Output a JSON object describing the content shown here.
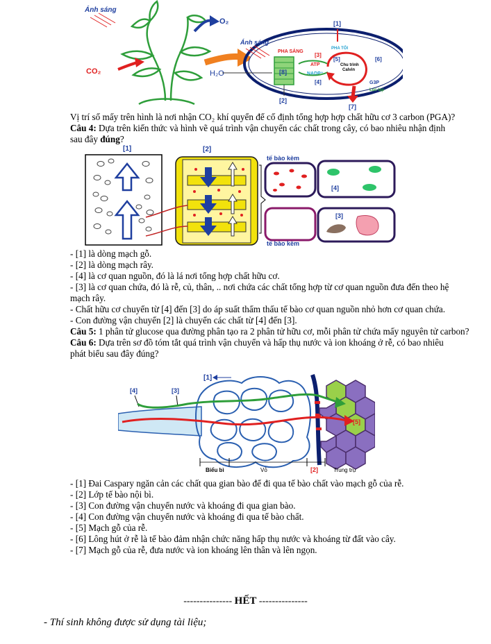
{
  "figure1": {
    "light_left": "Ánh sáng",
    "o2": "O₂",
    "co2": "CO₂",
    "h2o": "H₂O",
    "light_right": "Ánh sáng",
    "pha_sang": "PHA SÁNG",
    "pha_toi": "PHA TỐI",
    "calvin": [
      "Chu trình",
      "Calvin"
    ],
    "atp": "ATP",
    "nadph": "NADP⁺",
    "g3p": "G3P",
    "luc_lap": "Lục lạp",
    "labels": [
      "[1]",
      "[2]",
      "[3]",
      "[4]",
      "[5]",
      "[6]",
      "[7]",
      "[8]"
    ]
  },
  "text_q3_tail": "Vị trí số mấy trên hình là nơi nhận CO₂ khí quyển để cố định tổng hợp hợp chất hữu cơ 3 carbon (PGA)?",
  "q4": {
    "label": "Câu 4:",
    "text_a": " Dựa trên kiến thức và hình vẽ quá trình vận chuyển các chất trong cây, có bao nhiêu nhận định",
    "text_b_pre": "sau đây ",
    "text_b_bold": "đúng",
    "text_b_post": "?",
    "figure": {
      "label1": "[1]",
      "label2": "[2]",
      "label3": "[3]",
      "label4": "[4]",
      "te_bao_kem_top": "tế bào kèm",
      "te_bao_kem_bottom": "tế bào kèm"
    },
    "statements": [
      "- [1] là dòng mạch gỗ.",
      "- [2] là dòng mạch rây.",
      "- [4] là cơ quan nguồn, đó là lá nơi tổng hợp chất hữu cơ.",
      "- [3] là cơ quan chứa, đó là rễ, củ, thân, .. nơi chứa các chất tổng hợp từ cơ quan nguồn đưa đến theo hệ",
      "mạch rây.",
      "- Chất hữu cơ chuyển từ [4] đến [3] do áp suất thẩm thấu tế bào cơ quan nguồn nhỏ hơn cơ quan chứa.",
      "- Con đường vận chuyển [2] là chuyển các chất từ [4] đến [3]."
    ]
  },
  "q5": {
    "label": "Câu 5:",
    "text": " 1 phân tử glucose qua đường phân tạo ra 2 phân tử hữu cơ, mỗi phân tử chứa mấy nguyên tử carbon?"
  },
  "q6": {
    "label": "Câu 6:",
    "text_a": " Dựa trên sơ đồ tóm tắt quá trình vận chuyển và hấp thụ nước và ion khoáng ở rễ, có bao nhiêu",
    "text_b": "phát biểu sau đây đúng?",
    "figure": {
      "label1": "[1]",
      "label2": "[2]",
      "label3": "[3]",
      "label4": "[4]",
      "label5": "[5]",
      "bieu_bi": "Biểu bì",
      "vo": "Vỏ",
      "trung_tru": "Trung trụ"
    },
    "statements": [
      "- [1] Đai Caspary ngăn cản các chất qua gian bào để đi qua tế bào chất vào mạch gỗ của rễ.",
      "- [2]  Lớp tế bào nội bì.",
      "- [3] Con đường vận chuyển nước và khoáng đi qua gian bào.",
      "- [4] Con đường vận chuyển nước và khoáng đi qua tế bào chất.",
      "- [5] Mạch gỗ của rễ.",
      "- [6] Lông hút ở rễ là tế bào đảm nhận chức năng hấp thụ nước và khoáng từ đất vào cây.",
      "- [7] Mạch gỗ của rễ, đưa  nước và ion khoáng lên thân và lên ngọn."
    ]
  },
  "end": {
    "dashes_left": "---------------",
    "word": "HẾT",
    "dashes_right": "---------------"
  },
  "note": "- Thí sinh không được sử dụng tài liệu;",
  "colors": {
    "red": "#e02020",
    "blue": "#1f3f9f",
    "green": "#2e9e3a",
    "orange": "#f08020",
    "yellow": "#f2e20c",
    "navy": "#0c1f6e"
  }
}
